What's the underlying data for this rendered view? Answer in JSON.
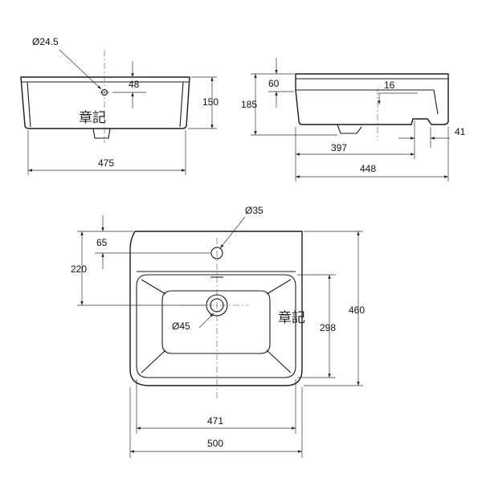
{
  "front_view": {
    "hole_diameter": "Ø24.5",
    "hole_height": "48",
    "height": "150",
    "width": "475"
  },
  "side_view": {
    "top_offset": "60",
    "total_height": "185",
    "rim": "16",
    "inner_depth": "397",
    "overflow": "41",
    "total_depth": "448"
  },
  "plan_view": {
    "tap_hole_diameter": "Ø35",
    "tap_hole_offset": "65",
    "drain_offset": "220",
    "drain_diameter": "Ø45",
    "bowl_length": "298",
    "total_length": "460",
    "bowl_width": "471",
    "total_width": "500"
  },
  "watermark": "章記"
}
